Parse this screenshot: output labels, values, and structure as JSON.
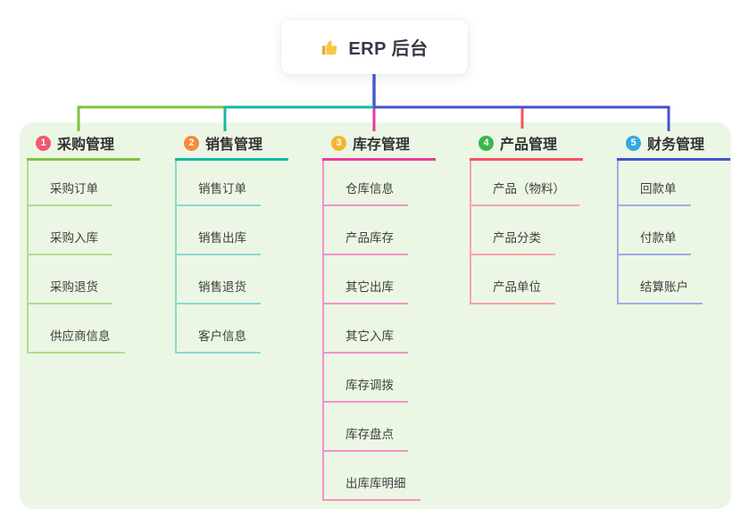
{
  "root": {
    "title": "ERP 后台",
    "icon": "thumbs-up-icon"
  },
  "branches": [
    {
      "index": "1",
      "label": "采购管理",
      "line_color": "#7fc241",
      "badge_color": "#f1596f",
      "children": [
        "采购订单",
        "采购入库",
        "采购退货",
        "供应商信息"
      ]
    },
    {
      "index": "2",
      "label": "销售管理",
      "line_color": "#14b8a5",
      "badge_color": "#f7883c",
      "children": [
        "销售订单",
        "销售出库",
        "销售退货",
        "客户信息"
      ]
    },
    {
      "index": "3",
      "label": "库存管理",
      "line_color": "#e93a9e",
      "badge_color": "#f6b42c",
      "children": [
        "仓库信息",
        "产品库存",
        "其它出库",
        "其它入库",
        "库存调拨",
        "库存盘点",
        "出库库明细"
      ]
    },
    {
      "index": "4",
      "label": "产品管理",
      "line_color": "#f8525f",
      "badge_color": "#3bb64d",
      "children": [
        "产品（物料）",
        "产品分类",
        "产品单位"
      ]
    },
    {
      "index": "5",
      "label": "财务管理",
      "line_color": "#4454cd",
      "badge_color": "#33a9e0",
      "children": [
        "回款单",
        "付款单",
        "结算账户"
      ]
    }
  ],
  "colors": {
    "panel_bg": "#ebf7e4",
    "root_connector": "#4a5acd",
    "card_bg": "#ffffff",
    "text": "#3c3c3c"
  }
}
